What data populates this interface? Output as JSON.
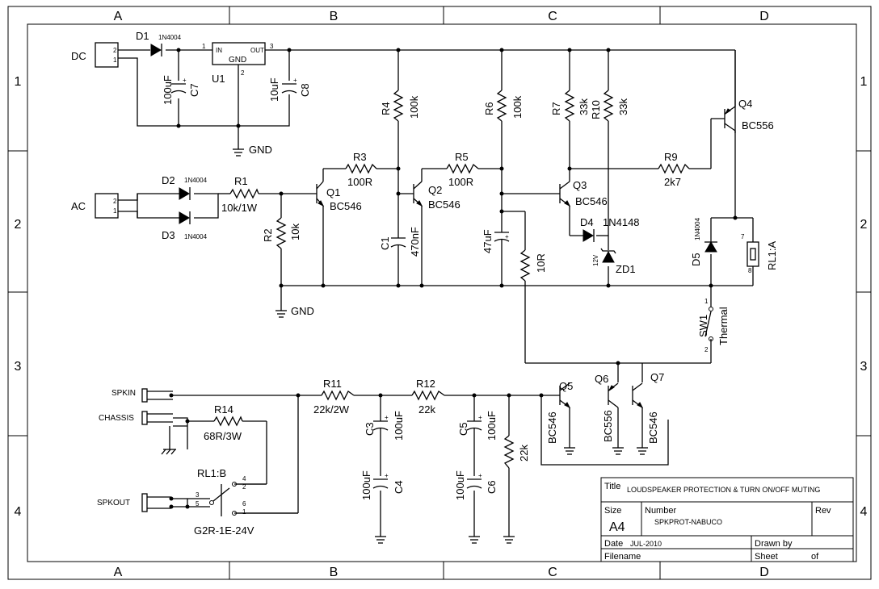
{
  "zones": {
    "cols": [
      "A",
      "B",
      "C",
      "D"
    ],
    "rows": [
      "1",
      "2",
      "3",
      "4"
    ]
  },
  "title_block": {
    "title_label": "Title",
    "title": "LOUDSPEAKER PROTECTION & TURN ON/OFF MUTING",
    "size_label": "Size",
    "size": "A4",
    "number_label": "Number",
    "number": "SPKPROT-NABUCO",
    "rev_label": "Rev",
    "date_label": "Date",
    "date": "JUL-2010",
    "drawn_label": "Drawn by",
    "filename_label": "Filename",
    "sheet_label": "Sheet",
    "of_label": "of"
  },
  "labels": {
    "dc": "DC",
    "ac": "AC",
    "d1": "D1",
    "d1_val": "1N4004",
    "d2": "D2",
    "d2_val": "1N4004",
    "d3": "D3",
    "d3_val": "1N4004",
    "d4": "D4",
    "d4_val": "1N4148",
    "d5": "D5",
    "d5_val": "1N4004",
    "zd1": "ZD1",
    "zd1_val": "12V",
    "u1": "U1",
    "u1_gnd": "GND",
    "u1_in": "IN",
    "u1_out": "OUT",
    "c7": "C7",
    "c7_val": "100uF",
    "c8": "C8",
    "c8_val": "10uF",
    "c1": "C1",
    "c1_val": "470nF",
    "c2_val": "47uF",
    "c3": "C3",
    "c3_val": "100uF",
    "c4": "C4",
    "c4_val": "100uF",
    "c5": "C5",
    "c5_val": "100uF",
    "c6": "C6",
    "c6_val": "100uF",
    "r1": "R1",
    "r1_val": "10k/1W",
    "r2": "R2",
    "r2_val": "10k",
    "r3": "R3",
    "r3_val": "100R",
    "r4": "R4",
    "r4_val": "100k",
    "r5": "R5",
    "r5_val": "100R",
    "r6": "R6",
    "r6_val": "100k",
    "r7": "R7",
    "r7_val": "33k",
    "r10": "R10",
    "r10_val": "33k",
    "r9": "R9",
    "r9_val": "2k7",
    "r8_val": "10R",
    "r11": "R11",
    "r11_val": "22k/2W",
    "r12": "R12",
    "r12_val": "22k",
    "r14": "R14",
    "r14_val": "68R/3W",
    "r13_val": "22k",
    "q1": "Q1",
    "q1_val": "BC546",
    "q2": "Q2",
    "q2_val": "BC546",
    "q3": "Q3",
    "q3_val": "BC546",
    "q4": "Q4",
    "q4_val": "BC556",
    "q5": "Q5",
    "q5_val": "BC546",
    "q6": "Q6",
    "q6_val": "BC556",
    "q7": "Q7",
    "q7_val": "BC546",
    "rl1a": "RL1:A",
    "rl1b": "RL1:B",
    "relay_part": "G2R-1E-24V",
    "sw1": "SW1",
    "thermal": "Thermal",
    "gnd": "GND",
    "spkin": "SPKIN",
    "chassis": "CHASSIS",
    "spkout": "SPKOUT",
    "pins": {
      "p1": "1",
      "p2": "2",
      "p3": "3",
      "p4": "4",
      "p5": "5",
      "p6": "6",
      "p7": "7",
      "p8": "8"
    }
  }
}
